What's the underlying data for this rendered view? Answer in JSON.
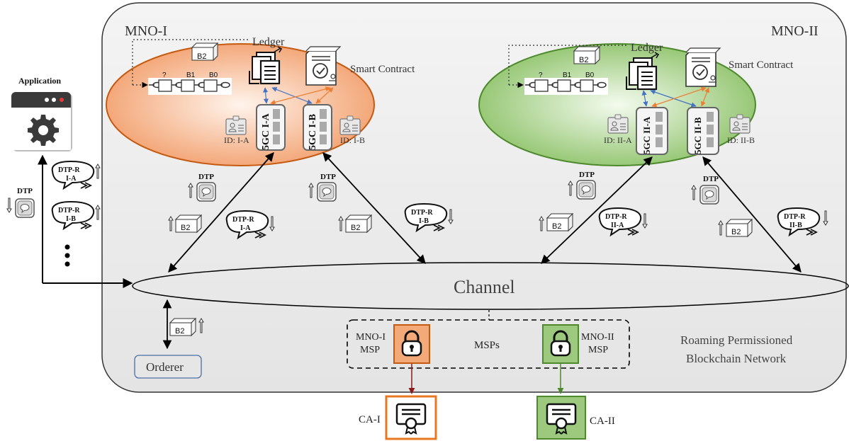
{
  "labels": {
    "mno1": "MNO-I",
    "mno2": "MNO-II",
    "application": "Application",
    "channel": "Channel",
    "orderer": "Orderer",
    "network_line1": "Roaming Permissioned",
    "network_line2": "Blockchain Network",
    "msps": "MSPs",
    "ca1": "CA-I",
    "ca2": "CA-II"
  },
  "msp": {
    "mno1_line1": "MNO-I",
    "mno1_line2": "MSP",
    "mno2_line1": "MNO-II",
    "mno2_line2": "MSP"
  },
  "ledger": {
    "label": "Ledger",
    "contract": "Smart Contract"
  },
  "blocks": {
    "b2": "B2",
    "b1": "B1",
    "b0": "B0",
    "unknown": "?"
  },
  "cores": {
    "mno1_a": "5GC I-A",
    "mno1_b": "5GC I-B",
    "mno2_a": "5GC II-A",
    "mno2_b": "5GC II-B"
  },
  "ids": {
    "mno1_a": "ID: I-A",
    "mno1_b": "ID: I-B",
    "mno2_a": "ID: II-A",
    "mno2_b": "ID: II-B"
  },
  "dtp": "DTP",
  "dtpr": {
    "prefix": "DTP-R",
    "ia": "I-A",
    "ib": "I-B",
    "iia": "II-A",
    "iib": "II-B"
  },
  "colors": {
    "mno1_fill": "#f2a06e",
    "mno1_stroke": "#c55a11",
    "mno2_fill": "#8fc36b",
    "mno2_stroke": "#4e8a2c",
    "panel": "#e9e9e9",
    "arrow_blue": "#4472c4",
    "arrow_orange": "#ed7d31",
    "orderer_stroke": "#4a6fa5"
  }
}
